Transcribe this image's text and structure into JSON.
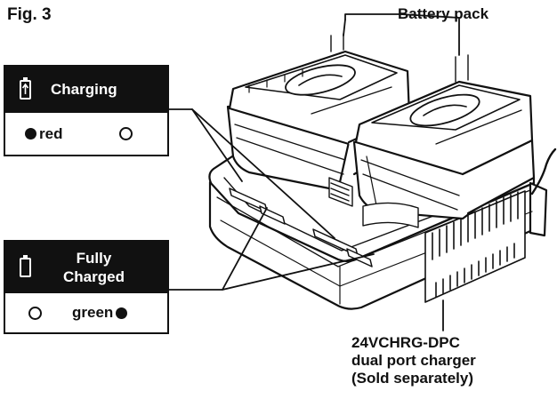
{
  "figure": {
    "label": "Fig. 3"
  },
  "callouts": {
    "battery_pack": "Battery pack",
    "charger_lines": [
      "24VCHRG-DPC",
      "dual port charger",
      "(Sold separately)"
    ]
  },
  "legend_charging": {
    "title": "Charging",
    "indicator_label": "red",
    "icon": "battery-charging-icon",
    "led_state": "left LED lit red"
  },
  "legend_fully_charged": {
    "title_lines": [
      "Fully",
      "Charged"
    ],
    "indicator_label": "green",
    "icon": "battery-empty-outline-icon",
    "led_state": "right LED lit green"
  },
  "colors": {
    "ink": "#111111",
    "background": "#ffffff",
    "legend_header_bg": "#111111",
    "legend_header_text": "#ffffff"
  }
}
